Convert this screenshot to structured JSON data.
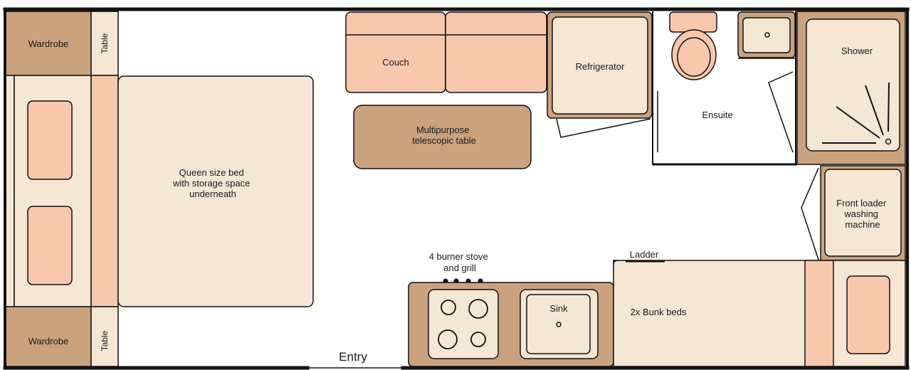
{
  "colors": {
    "wall": "#111111",
    "brown": "#caa27e",
    "peach": "#f7c8ac",
    "cream": "#f6e6d4",
    "mid": "#d9ae8a",
    "white": "#ffffff"
  },
  "labels": {
    "wardrobe_top": "Wardrobe",
    "wardrobe_bottom": "Wardrobe",
    "table_top": "Table",
    "table_bottom": "Table",
    "bed": [
      "Queen size bed",
      "with storage space",
      "underneath"
    ],
    "couch": "Couch",
    "table": [
      "Multipurpose",
      "telescopic table"
    ],
    "refrigerator": "Refrigerator",
    "ensuite": "Ensuite",
    "shower": "Shower",
    "washer": [
      "Front loader",
      "washing",
      "machine"
    ],
    "ladder": "Ladder",
    "stove": [
      "4 burner stove",
      "and grill"
    ],
    "sink": "Sink",
    "bunks": "2x Bunk beds",
    "entry": "Entry"
  }
}
